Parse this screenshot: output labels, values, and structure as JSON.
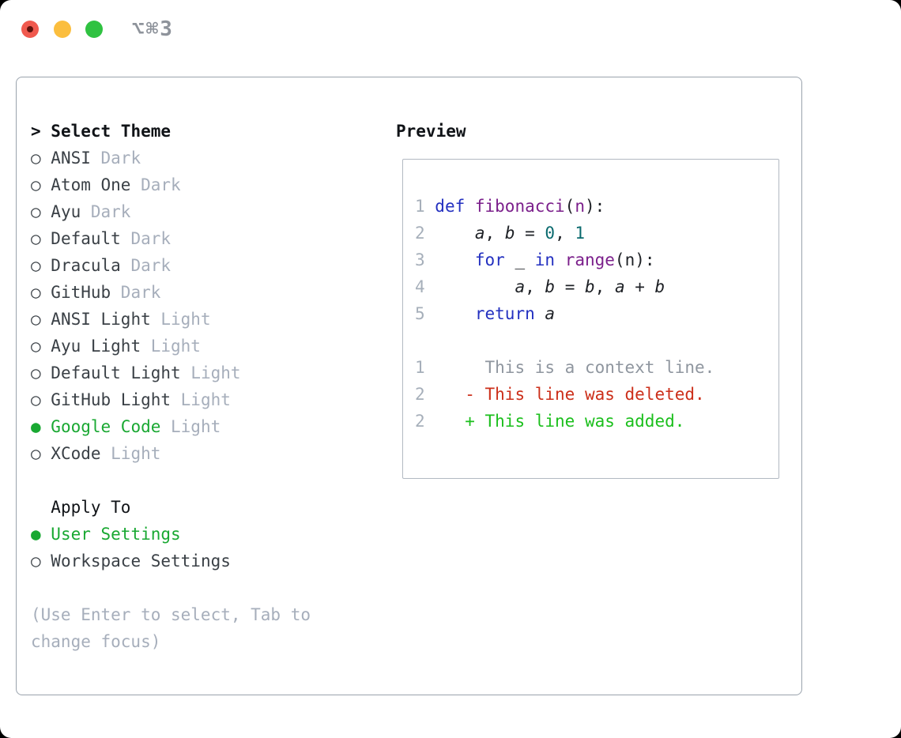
{
  "window": {
    "title": "⌥⌘3"
  },
  "colors": {
    "accent_green": "#19a832",
    "muted_gray": "#a6aebb",
    "text_dark": "#3a4046",
    "keyword_blue": "#2330c0",
    "function_purple": "#7b1f8b",
    "number_teal": "#0a6a6e",
    "deleted_red": "#cc2f1a",
    "added_green": "#1bbf1c"
  },
  "picker": {
    "header_prefix": "> ",
    "header": "Select Theme",
    "bullet_selected": "● ",
    "bullet_unselected": "○ ",
    "items": [
      {
        "name": "ANSI",
        "variant": "Dark",
        "selected": false
      },
      {
        "name": "Atom One",
        "variant": "Dark",
        "selected": false
      },
      {
        "name": "Ayu",
        "variant": "Dark",
        "selected": false
      },
      {
        "name": "Default",
        "variant": "Dark",
        "selected": false
      },
      {
        "name": "Dracula",
        "variant": "Dark",
        "selected": false
      },
      {
        "name": "GitHub",
        "variant": "Dark",
        "selected": false
      },
      {
        "name": "ANSI Light",
        "variant": "Light",
        "selected": false
      },
      {
        "name": "Ayu Light",
        "variant": "Light",
        "selected": false
      },
      {
        "name": "Default Light",
        "variant": "Light",
        "selected": false
      },
      {
        "name": "GitHub Light",
        "variant": "Light",
        "selected": false
      },
      {
        "name": "Google Code",
        "variant": "Light",
        "selected": true
      },
      {
        "name": "XCode",
        "variant": "Light",
        "selected": false
      }
    ],
    "apply": {
      "header": "Apply To",
      "options": [
        {
          "name": "User Settings",
          "selected": true
        },
        {
          "name": "Workspace Settings",
          "selected": false
        }
      ]
    },
    "help_lines": [
      "(Use Enter to select, Tab to",
      "change focus)"
    ]
  },
  "preview": {
    "header": "Preview",
    "code_lines": [
      {
        "num": "1",
        "tokens": [
          {
            "t": "def ",
            "c": "kw"
          },
          {
            "t": "fibonacci",
            "c": "fn"
          },
          {
            "t": "(",
            "c": "pln"
          },
          {
            "t": "n",
            "c": "fn"
          },
          {
            "t": "):",
            "c": "pln"
          }
        ]
      },
      {
        "num": "2",
        "tokens": [
          {
            "t": "    ",
            "c": "pln"
          },
          {
            "t": "a",
            "c": "var"
          },
          {
            "t": ", ",
            "c": "pln"
          },
          {
            "t": "b",
            "c": "var"
          },
          {
            "t": " = ",
            "c": "pln"
          },
          {
            "t": "0",
            "c": "num"
          },
          {
            "t": ", ",
            "c": "pln"
          },
          {
            "t": "1",
            "c": "num"
          }
        ]
      },
      {
        "num": "3",
        "tokens": [
          {
            "t": "    ",
            "c": "pln"
          },
          {
            "t": "for",
            "c": "kw"
          },
          {
            "t": " _ ",
            "c": "pln"
          },
          {
            "t": "in",
            "c": "kw"
          },
          {
            "t": " ",
            "c": "pln"
          },
          {
            "t": "range",
            "c": "fn"
          },
          {
            "t": "(n):",
            "c": "pln"
          }
        ]
      },
      {
        "num": "4",
        "tokens": [
          {
            "t": "        ",
            "c": "pln"
          },
          {
            "t": "a",
            "c": "var"
          },
          {
            "t": ", ",
            "c": "pln"
          },
          {
            "t": "b",
            "c": "var"
          },
          {
            "t": " = ",
            "c": "pln"
          },
          {
            "t": "b",
            "c": "var"
          },
          {
            "t": ", ",
            "c": "pln"
          },
          {
            "t": "a",
            "c": "var"
          },
          {
            "t": " + ",
            "c": "pln"
          },
          {
            "t": "b",
            "c": "var"
          }
        ]
      },
      {
        "num": "5",
        "tokens": [
          {
            "t": "    ",
            "c": "pln"
          },
          {
            "t": "return",
            "c": "kw"
          },
          {
            "t": " ",
            "c": "pln"
          },
          {
            "t": "a",
            "c": "var"
          }
        ]
      }
    ],
    "diff_lines": [
      {
        "num": "1",
        "tokens": [
          {
            "t": "     This is a context line.",
            "c": "ctx"
          }
        ]
      },
      {
        "num": "2",
        "tokens": [
          {
            "t": "   - This line was deleted.",
            "c": "del"
          }
        ]
      },
      {
        "num": "2",
        "tokens": [
          {
            "t": "   + This line was added.",
            "c": "add"
          }
        ]
      }
    ]
  }
}
